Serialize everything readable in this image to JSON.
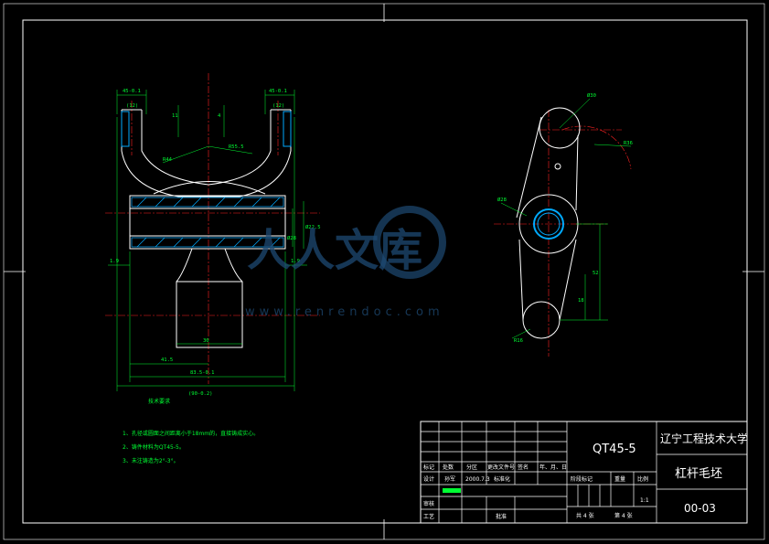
{
  "colors": {
    "background": "#000000",
    "border": "#ffffff",
    "outline": "#ffffff",
    "dimension": "#00ff33",
    "centerline": "#ff2222",
    "hatch": "#00aaff",
    "watermark": "#1e4a73"
  },
  "front_view": {
    "dims": {
      "slot_left": "45-0.1",
      "slot_left_sub": "(12)",
      "slot_right": "45-0.1",
      "slot_right_sub": "(12)",
      "d_11": "11",
      "d_4": "4",
      "r_left": "R44",
      "r_right": "R55.5",
      "bore": "Ø28",
      "bore_b": "Ø22.5",
      "left_1_9": "1.9",
      "right_1_9": "1.9",
      "d_30": "30",
      "d_41_5": "41.5",
      "d_83": "83.5-0.1",
      "d_90": "(90-0.2)"
    }
  },
  "side_view": {
    "dims": {
      "phi_top": "Ø30",
      "r_top": "R36",
      "phi_mid": "Ø28",
      "d_52": "52",
      "d_18": "18",
      "r_bottom": "R16"
    }
  },
  "tech_notes": {
    "title": "技术要求",
    "items": [
      "1、孔径或圆面之间距离小于18mm的，直接铸成实心。",
      "2、铸件材料为QT45-5。",
      "3、未注铸造为2°-3°。"
    ]
  },
  "title_block": {
    "material": "QT45-5",
    "school": "辽宁工程技术大学",
    "part_name": "杠杆毛坯",
    "drawing_no": "00-03",
    "rev_headers": [
      "标记",
      "处数",
      "分区",
      "更改文件号",
      "签名",
      "年、月、日"
    ],
    "row_design": [
      "设计",
      "孙军",
      "2000.7.3",
      "标准化"
    ],
    "row_stage": [
      "阶段标记",
      "重量",
      "比例"
    ],
    "scale": "1:1",
    "row_review": "审核",
    "row_process": "工艺",
    "row_approve": "批准",
    "sheets": [
      "共 4 张",
      "第 4 张"
    ]
  },
  "watermark": {
    "text": "人人文库",
    "url": "www.renrendoc.com"
  }
}
